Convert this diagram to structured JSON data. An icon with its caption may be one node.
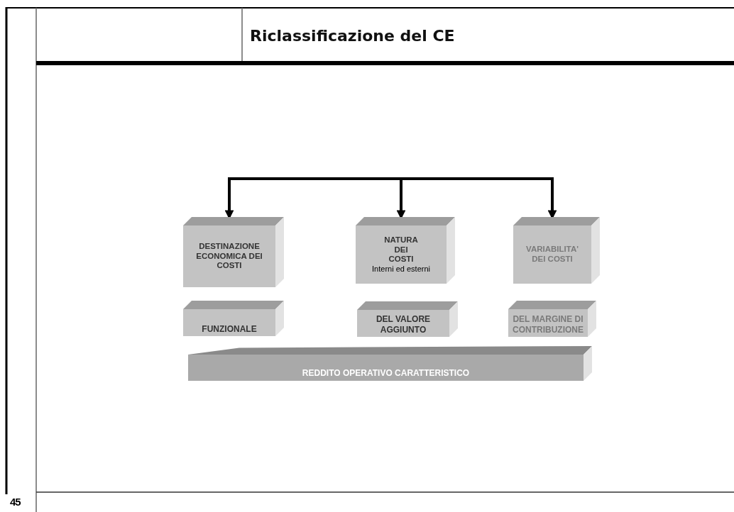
{
  "diagram": {
    "title": "Riclassificazione del CE",
    "nodes": [
      {
        "text": [
          "DESTINAZIONE ECONOMICA DEI COSTI"
        ]
      },
      {
        "text": [
          "FUNZIONALE"
        ]
      },
      {
        "text": [
          "NATURA DEI COSTI",
          "Interni ed esterni"
        ]
      },
      {
        "text": [
          "DEL VALORE AGGIUNTO"
        ]
      },
      {
        "text": [
          "VARIABILITA' DEI COSTI"
        ]
      },
      {
        "text": [
          "DEL MARGINE DI CONTRIBUZIONE"
        ]
      },
      {
        "text": [
          "REDDITO OPERATIVO CARATTERISTICO"
        ]
      }
    ],
    "edges": [
      {
        "from": null,
        "to": 0,
        "arrow": "to"
      },
      {
        "from": null,
        "to": 2,
        "arrow": "to"
      },
      {
        "from": null,
        "to": 4,
        "arrow": "to"
      }
    ],
    "labels": [
      "45"
    ]
  }
}
